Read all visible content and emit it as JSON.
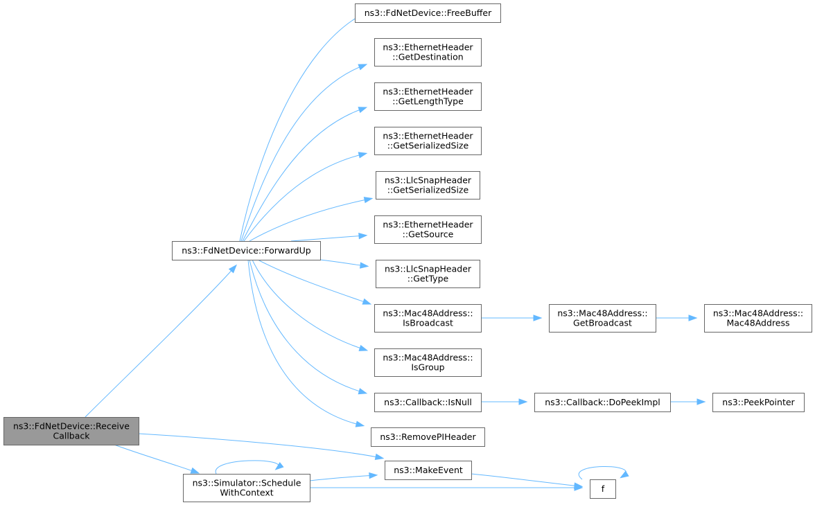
{
  "diagram": {
    "nodes": {
      "n_receive": {
        "lines": [
          "ns3::FdNetDevice::Receive",
          "Callback"
        ],
        "root": true
      },
      "n_forwardup": {
        "lines": [
          "ns3::FdNetDevice::ForwardUp"
        ]
      },
      "n_schedule": {
        "lines": [
          "ns3::Simulator::Schedule",
          "WithContext"
        ]
      },
      "n_freebuffer": {
        "lines": [
          "ns3::FdNetDevice::FreeBuffer"
        ]
      },
      "n_getdest": {
        "lines": [
          "ns3::EthernetHeader",
          "::GetDestination"
        ]
      },
      "n_getlentype": {
        "lines": [
          "ns3::EthernetHeader",
          "::GetLengthType"
        ]
      },
      "n_ethsersize": {
        "lines": [
          "ns3::EthernetHeader",
          "::GetSerializedSize"
        ]
      },
      "n_llcsersize": {
        "lines": [
          "ns3::LlcSnapHeader",
          "::GetSerializedSize"
        ]
      },
      "n_getsource": {
        "lines": [
          "ns3::EthernetHeader",
          "::GetSource"
        ]
      },
      "n_gettype": {
        "lines": [
          "ns3::LlcSnapHeader",
          "::GetType"
        ]
      },
      "n_isbroadcast": {
        "lines": [
          "ns3::Mac48Address::",
          "IsBroadcast"
        ]
      },
      "n_isgroup": {
        "lines": [
          "ns3::Mac48Address::",
          "IsGroup"
        ]
      },
      "n_isnull": {
        "lines": [
          "ns3::Callback::IsNull"
        ]
      },
      "n_removepi": {
        "lines": [
          "ns3::RemovePIHeader"
        ]
      },
      "n_makeevent": {
        "lines": [
          "ns3::MakeEvent"
        ]
      },
      "n_f": {
        "lines": [
          "f"
        ]
      },
      "n_getbcast": {
        "lines": [
          "ns3::Mac48Address::",
          "GetBroadcast"
        ]
      },
      "n_mac48ctor": {
        "lines": [
          "ns3::Mac48Address::",
          "Mac48Address"
        ]
      },
      "n_dopeek": {
        "lines": [
          "ns3::Callback::DoPeekImpl"
        ]
      },
      "n_peekptr": {
        "lines": [
          "ns3::PeekPointer"
        ]
      }
    },
    "edges": [
      [
        "n_receive",
        "n_forwardup"
      ],
      [
        "n_receive",
        "n_makeevent"
      ],
      [
        "n_receive",
        "n_schedule"
      ],
      [
        "n_forwardup",
        "n_freebuffer"
      ],
      [
        "n_forwardup",
        "n_getdest"
      ],
      [
        "n_forwardup",
        "n_getlentype"
      ],
      [
        "n_forwardup",
        "n_ethsersize"
      ],
      [
        "n_forwardup",
        "n_llcsersize"
      ],
      [
        "n_forwardup",
        "n_getsource"
      ],
      [
        "n_forwardup",
        "n_gettype"
      ],
      [
        "n_forwardup",
        "n_isbroadcast"
      ],
      [
        "n_forwardup",
        "n_isgroup"
      ],
      [
        "n_forwardup",
        "n_isnull"
      ],
      [
        "n_forwardup",
        "n_removepi"
      ],
      [
        "n_isbroadcast",
        "n_getbcast"
      ],
      [
        "n_getbcast",
        "n_mac48ctor"
      ],
      [
        "n_isnull",
        "n_dopeek"
      ],
      [
        "n_dopeek",
        "n_peekptr"
      ],
      [
        "n_schedule",
        "n_makeevent"
      ],
      [
        "n_schedule",
        "n_f"
      ],
      [
        "n_schedule",
        "n_schedule"
      ],
      [
        "n_makeevent",
        "n_f"
      ],
      [
        "n_f",
        "n_f"
      ]
    ]
  }
}
